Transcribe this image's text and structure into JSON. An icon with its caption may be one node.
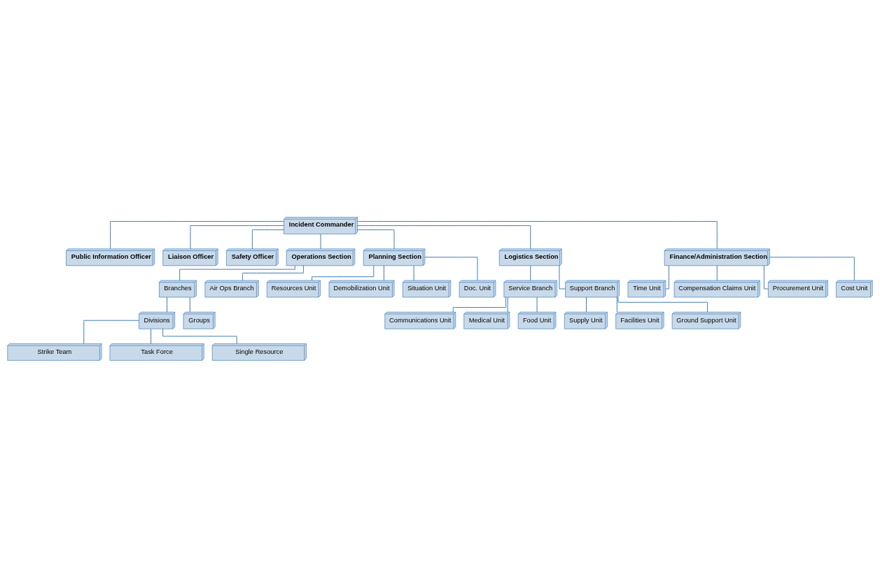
{
  "diagram": {
    "nodes": [
      {
        "text": [
          "Incident Commander"
        ]
      },
      {
        "text": [
          "Public Information Officer"
        ]
      },
      {
        "text": [
          "Liaison Officer"
        ]
      },
      {
        "text": [
          "Safety Officer"
        ]
      },
      {
        "text": [
          "Operations Section"
        ]
      },
      {
        "text": [
          "Planning Section"
        ]
      },
      {
        "text": [
          "Logistics Section"
        ]
      },
      {
        "text": [
          "Finance/Administration Section"
        ]
      },
      {
        "text": [
          "Branches"
        ]
      },
      {
        "text": [
          "Air Ops Branch"
        ]
      },
      {
        "text": [
          "Divisions"
        ]
      },
      {
        "text": [
          "Groups"
        ]
      },
      {
        "text": [
          "Strike Team"
        ]
      },
      {
        "text": [
          "Task Force"
        ]
      },
      {
        "text": [
          "Single Resource"
        ]
      },
      {
        "text": [
          "Resources Unit"
        ]
      },
      {
        "text": [
          "Demobilization Unit"
        ]
      },
      {
        "text": [
          "Situation Unit"
        ]
      },
      {
        "text": [
          "Doc. Unit"
        ]
      },
      {
        "text": [
          "Service Branch"
        ]
      },
      {
        "text": [
          "Support Branch"
        ]
      },
      {
        "text": [
          "Communications Unit"
        ]
      },
      {
        "text": [
          "Medical Unit"
        ]
      },
      {
        "text": [
          "Food Unit"
        ]
      },
      {
        "text": [
          "Supply Unit"
        ]
      },
      {
        "text": [
          "Facilities Unit"
        ]
      },
      {
        "text": [
          "Ground Support Unit"
        ]
      },
      {
        "text": [
          "Time Unit"
        ]
      },
      {
        "text": [
          "Compensation Claims Unit"
        ]
      },
      {
        "text": [
          "Procurement Unit"
        ]
      },
      {
        "text": [
          "Cost Unit"
        ]
      }
    ],
    "edges": [
      {
        "from": 0,
        "to": 1,
        "arrow": "none"
      },
      {
        "from": 0,
        "to": 2,
        "arrow": "none"
      },
      {
        "from": 0,
        "to": 3,
        "arrow": "none"
      },
      {
        "from": 0,
        "to": 4,
        "arrow": "none"
      },
      {
        "from": 0,
        "to": 5,
        "arrow": "none"
      },
      {
        "from": 0,
        "to": 6,
        "arrow": "none"
      },
      {
        "from": 0,
        "to": 7,
        "arrow": "none"
      },
      {
        "from": 4,
        "to": 8,
        "arrow": "none"
      },
      {
        "from": 4,
        "to": 9,
        "arrow": "none"
      },
      {
        "from": 8,
        "to": 10,
        "arrow": "none"
      },
      {
        "from": 8,
        "to": 11,
        "arrow": "none"
      },
      {
        "from": 10,
        "to": 12,
        "arrow": "none"
      },
      {
        "from": 10,
        "to": 13,
        "arrow": "none"
      },
      {
        "from": 10,
        "to": 14,
        "arrow": "none"
      },
      {
        "from": 5,
        "to": 15,
        "arrow": "none"
      },
      {
        "from": 5,
        "to": 16,
        "arrow": "none"
      },
      {
        "from": 5,
        "to": 17,
        "arrow": "none"
      },
      {
        "from": 5,
        "to": 18,
        "arrow": "none"
      },
      {
        "from": 6,
        "to": 19,
        "arrow": "none"
      },
      {
        "from": 6,
        "to": 20,
        "arrow": "none"
      },
      {
        "from": 19,
        "to": 21,
        "arrow": "none"
      },
      {
        "from": 19,
        "to": 22,
        "arrow": "none"
      },
      {
        "from": 19,
        "to": 23,
        "arrow": "none"
      },
      {
        "from": 20,
        "to": 24,
        "arrow": "none"
      },
      {
        "from": 20,
        "to": 25,
        "arrow": "none"
      },
      {
        "from": 20,
        "to": 26,
        "arrow": "none"
      },
      {
        "from": 7,
        "to": 27,
        "arrow": "none"
      },
      {
        "from": 7,
        "to": 28,
        "arrow": "none"
      },
      {
        "from": 7,
        "to": 29,
        "arrow": "none"
      },
      {
        "from": 7,
        "to": 30,
        "arrow": "none"
      }
    ]
  }
}
